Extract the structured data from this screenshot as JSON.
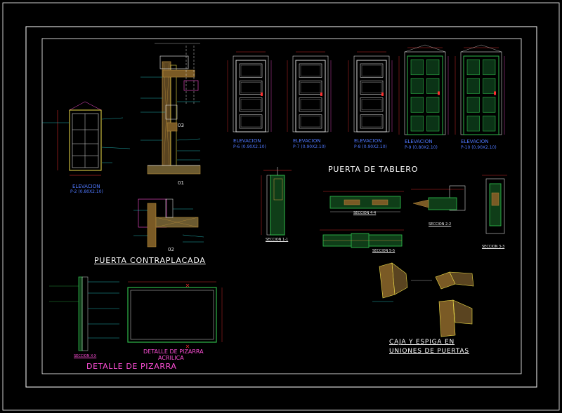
{
  "colors": {
    "background": "#000000",
    "frame": "#ffffff",
    "wood": "#b58a3a",
    "door_green": "#2eb84a",
    "dim_magenta": "#ff4fd8",
    "dim_red": "#ff3030",
    "label_blue": "#4f78ff",
    "cyan": "#29e0e0",
    "yellow": "#f2e14a"
  },
  "titles": {
    "puerta_contraplacada": "PUERTA CONTRAPLACADA",
    "puerta_tablero": "PUERTA DE TABLERO",
    "detalle_pizarra": "DETALLE DE PIZARRA",
    "detalle_pizarra_acrilica_1": "DETALLE DE PIZARRA",
    "detalle_pizarra_acrilica_2": "ACRILICA",
    "caja_espiga_1": "CAJA Y ESPIGA EN",
    "caja_espiga_2": "UNIONES DE PUERTAS"
  },
  "elevations": [
    {
      "title": "ELEVACION",
      "code": "P-6 (0.90X2.10)"
    },
    {
      "title": "ELEVACION",
      "code": "P-7 (0.90X2.10)"
    },
    {
      "title": "ELEVACION",
      "code": "P-8 (0.90X2.10)"
    },
    {
      "title": "ELEVACION",
      "code": "P-9 (0.80X2.10)"
    },
    {
      "title": "ELEVACION",
      "code": "P-10 (0.90X2.10)"
    }
  ],
  "left_elevation": {
    "title": "ELEVACION",
    "code": "P-2 (0.80X2.10)"
  },
  "details": {
    "d01": "01",
    "d02": "02",
    "d03": "03",
    "seccion_xx": "SECCION X-X",
    "seccion_11": "SECCION 1-1",
    "seccion_22": "SECCION 2-2",
    "seccion_33": "SECCION 3-3",
    "seccion_44": "SECCION 4-4",
    "seccion_55": "SECCION 5-5"
  }
}
